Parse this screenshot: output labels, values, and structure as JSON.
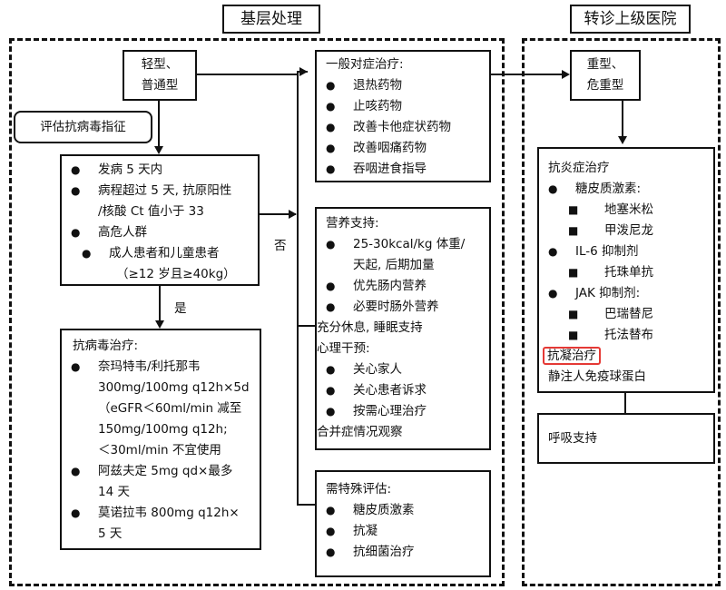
{
  "titles": {
    "left": "基层处理",
    "right": "转诊上级医院"
  },
  "mild": [
    "轻型、",
    "普通型"
  ],
  "assess": "评估抗病毒指征",
  "criteria": {
    "items": [
      "发病 5 天内",
      "病程超过 5 天, 抗原阳性",
      "/核酸 Ct 值小于 33",
      "高危人群"
    ],
    "sub": "成人患者和儿童患者",
    "sub2": "（≥12 岁且≥40kg）"
  },
  "yes": "是",
  "no": "否",
  "antiviral": {
    "title": "抗病毒治疗:",
    "a1": "奈玛特韦/利托那韦",
    "a2": "300mg/100mg q12h×5d",
    "a3": "（eGFR＜60ml/min 减至",
    "a4": "150mg/100mg q12h;",
    "a5": "＜30ml/min 不宜使用",
    "b1": "阿兹夫定  5mg qd×最多",
    "b2": "14 天",
    "c1": "莫诺拉韦  800mg q12h×",
    "c2": "5 天"
  },
  "general": {
    "title": "一般对症治疗:",
    "items": [
      "退热药物",
      "止咳药物",
      "改善卡他症状药物",
      "改善咽痛药物",
      "吞咽进食指导"
    ]
  },
  "nutrition": {
    "title": "营养支持:",
    "n1": "25-30kcal/kg 体重/",
    "n2": "天起,  后期加量",
    "n3": "优先肠内营养",
    "n4": "必要时肠外营养",
    "rest": "充分休息, 睡眠支持",
    "psych": "心理干预:",
    "p": [
      "关心家人",
      "关心患者诉求",
      "按需心理治疗"
    ],
    "obs": "合并症情况观察"
  },
  "special": {
    "title": "需特殊评估:",
    "items": [
      "糖皮质激素",
      "抗凝",
      "抗细菌治疗"
    ]
  },
  "severe": [
    "重型、",
    "危重型"
  ],
  "antiinflam": {
    "title": "抗炎症治疗",
    "g": "糖皮质激素:",
    "g1": "地塞米松",
    "g2": "甲泼尼龙",
    "il": "IL-6 抑制剂",
    "il1": "托珠单抗",
    "jak": "JAK 抑制剂:",
    "j1": "巴瑞替尼",
    "j2": "托法替布",
    "anticoag": "抗凝治疗",
    "ivig": "静注人免疫球蛋白"
  },
  "resp": "呼吸支持",
  "colors": {
    "highlight": "#e53935"
  }
}
